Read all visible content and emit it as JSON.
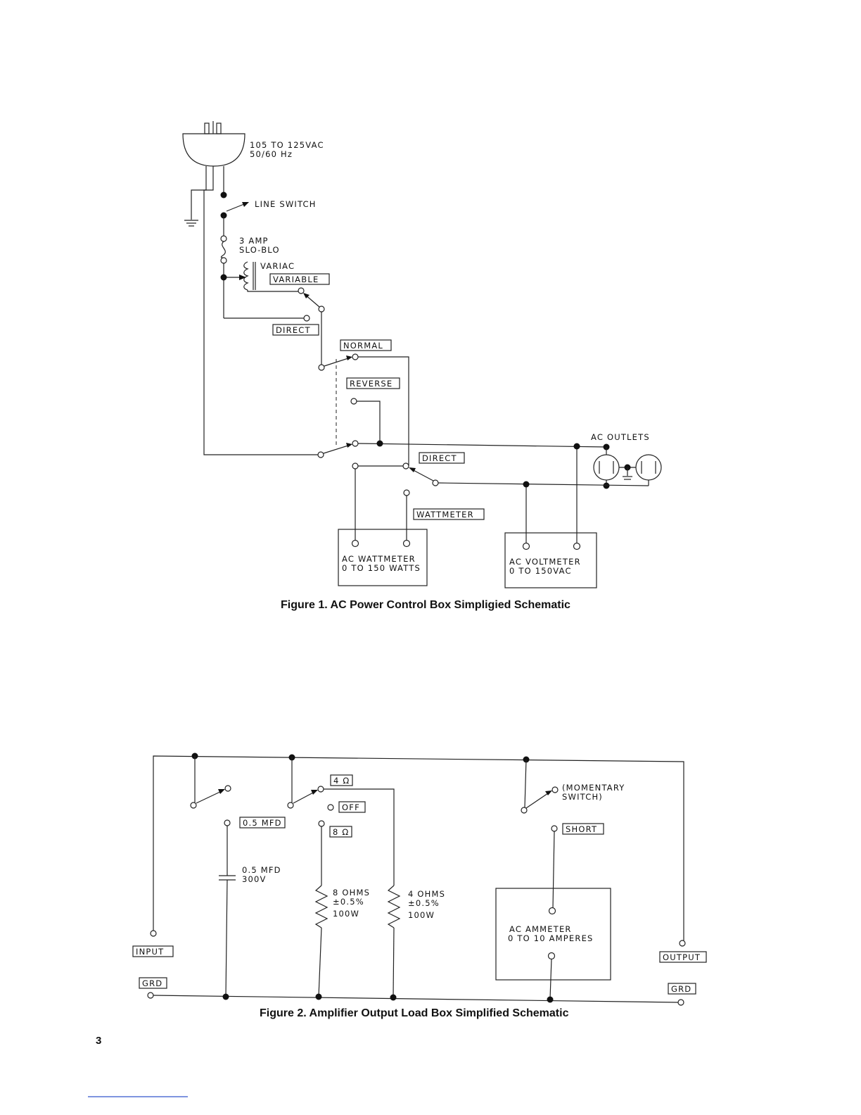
{
  "page": {
    "number": "3"
  },
  "figure1": {
    "caption": "Figure 1. AC Power Control Box Simpligied Schematic",
    "labels": {
      "supply_line1": "105 TO 125VAC",
      "supply_line2": "50/60 Hz",
      "line_switch": "LINE SWITCH",
      "fuse_line1": "3 AMP",
      "fuse_line2": "SLO-BLO",
      "variac": "VARIAC",
      "variable": "VARIABLE",
      "direct_1": "DIRECT",
      "normal": "NORMAL",
      "reverse": "REVERSE",
      "ac_outlets": "AC OUTLETS",
      "direct_2": "DIRECT",
      "wattmeter": "WATTMETER",
      "ac_wattmeter_line1": "AC WATTMETER",
      "ac_wattmeter_line2": "0 TO 150 WATTS",
      "ac_voltmeter_line1": "AC VOLTMETER",
      "ac_voltmeter_line2": "0 TO 150VAC"
    }
  },
  "figure2": {
    "caption": "Figure 2. Amplifier Output Load Box Simplified Schematic",
    "labels": {
      "four_ohm_sw": "4 Ω",
      "off": "OFF",
      "eight_ohm_sw": "8 Ω",
      "cap_sw": "0.5 MFD",
      "cap_line1": "0.5 MFD",
      "cap_line2": "300V",
      "r8_line1": "8 OHMS",
      "r8_line2": "±0.5%",
      "r8_line3": "100W",
      "r4_line1": "4 OHMS",
      "r4_line2": "±0.5%",
      "r4_line3": "100W",
      "momentary_line1": "(MOMENTARY",
      "momentary_line2": "SWITCH)",
      "short": "SHORT",
      "ammeter_line1": "AC AMMETER",
      "ammeter_line2": "0 TO 10 AMPERES",
      "input": "INPUT",
      "output": "OUTPUT",
      "grd_left": "GRD",
      "grd_right": "GRD"
    }
  }
}
